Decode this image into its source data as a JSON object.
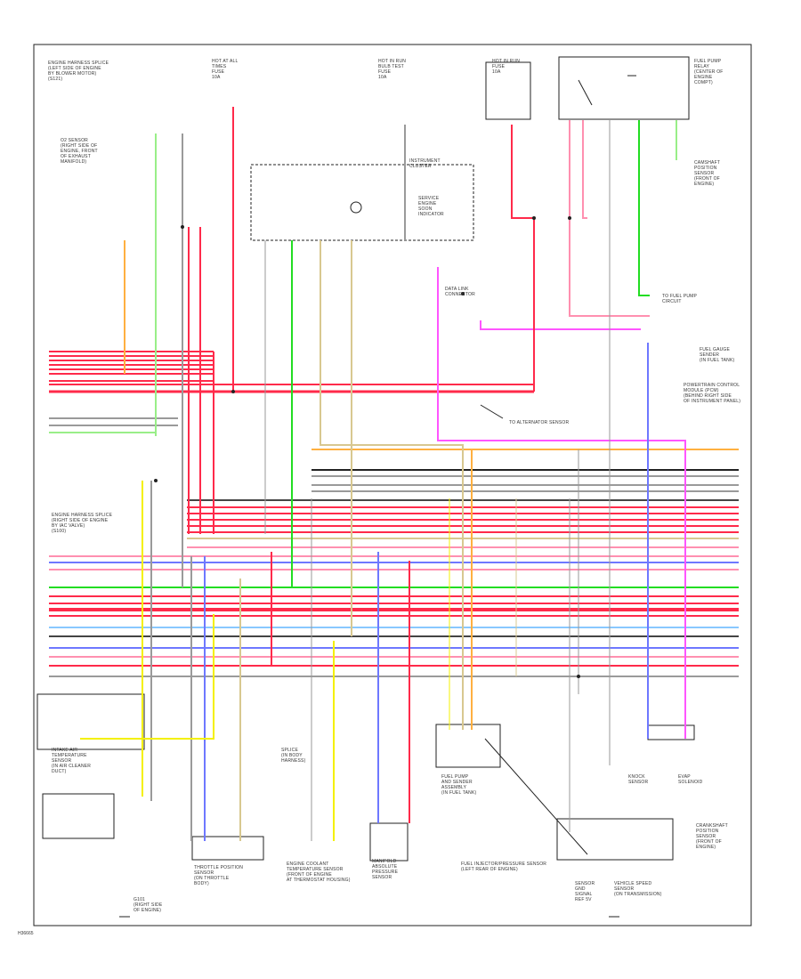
{
  "diagram": {
    "image_id": "H36665",
    "colors": {
      "red": "#ff2a4a",
      "pink": "#ff90b0",
      "green": "#22dd22",
      "light_green": "#99ee88",
      "orange": "#ffb040",
      "yellow": "#f4f000",
      "tan": "#d8c890",
      "blue": "#6e78ff",
      "light_blue": "#88c8ff",
      "violet": "#ff55ff",
      "gray": "#9a9a9a",
      "dark": "#444444",
      "black": "#222222",
      "white_wire": "#cfcfcf"
    },
    "components": [
      {
        "name": "engine-harness-splice-top",
        "text": "ENGINE HARNESS SPLICE\n(LEFT SIDE OF ENGINE\nBY BLOWER MOTOR)\n(S121)"
      },
      {
        "name": "hot-at-all-times",
        "text": "HOT AT ALL\nTIMES\nFUSE\n10A"
      },
      {
        "name": "hot-in-run",
        "text": "HOT IN RUN\nBULB TEST\nFUSE\n10A"
      },
      {
        "name": "hot-in-run-2",
        "text": "HOT IN RUN\nFUSE\n10A"
      },
      {
        "name": "fuel-pump-relay",
        "text": "FUEL PUMP\nRELAY\n(CENTER OF\nENGINE\nCOMPT)"
      },
      {
        "name": "o2-sensor",
        "text": "O2 SENSOR\n(RIGHT SIDE OF\nENGINE, FRONT\nOF EXHAUST\nMANIFOLD)"
      },
      {
        "name": "instrument-cluster",
        "text": "INSTRUMENT\nCLUSTER"
      },
      {
        "name": "check-engine-lamp",
        "text": "SERVICE\nENGINE\nSOON\nINDICATOR"
      },
      {
        "name": "camshaft-sensor",
        "text": "CAMSHAFT\nPOSITION\nSENSOR\n(FRONT OF\nENGINE)"
      },
      {
        "name": "data-link",
        "text": "DATA LINK\nCONNECTOR"
      },
      {
        "name": "fuel-gauge",
        "text": "FUEL GAUGE\nSENDER\n(IN FUEL TANK)"
      },
      {
        "name": "pcm",
        "text": "POWERTRAIN CONTROL\nMODULE (PCM)\n(BEHIND RIGHT SIDE\nOF INSTRUMENT PANEL)"
      },
      {
        "name": "to-fuel-pump",
        "text": "TO FUEL PUMP\nCIRCUIT"
      },
      {
        "name": "engine-harness-splice-mid",
        "text": "ENGINE HARNESS SPLICE\n(RIGHT SIDE OF ENGINE\nBY IAC VALVE)\n(S100)"
      },
      {
        "name": "intake-air-temp",
        "text": "INTAKE AIR\nTEMPERATURE\nSENSOR\n(IN AIR CLEANER\nDUCT)"
      },
      {
        "name": "engine-coolant-temp",
        "text": "ENGINE COOLANT\nTEMPERATURE SENSOR\n(FRONT OF ENGINE\nAT THERMOSTAT HOUSING)"
      },
      {
        "name": "throttle-position",
        "text": "THROTTLE POSITION\nSENSOR\n(ON THROTTLE\nBODY)"
      },
      {
        "name": "map-sensor",
        "text": "MANIFOLD\nABSOLUTE\nPRESSURE\nSENSOR"
      },
      {
        "name": "fuel-pump-module",
        "text": "FUEL PUMP\nAND SENDER\nASSEMBLY\n(IN FUEL TANK)"
      },
      {
        "name": "fuel-pressure-switch",
        "text": "FUEL INJECTOR/PRESSURE SENSOR\n(LEFT REAR OF ENGINE)"
      },
      {
        "name": "vehicle-speed",
        "text": "VEHICLE SPEED\nSENSOR\n(ON TRANSMISSION)"
      },
      {
        "name": "crankshaft-sensor",
        "text": "CRANKSHAFT\nPOSITION\nSENSOR\n(FRONT OF\nENGINE)"
      },
      {
        "name": "ground-bottom-left",
        "text": "G101\n(RIGHT SIDE\nOF ENGINE)"
      },
      {
        "name": "pcm-splice",
        "text": "SPLICE\n(IN BODY\nHARNESS)"
      },
      {
        "name": "knock-sensor",
        "text": "KNOCK\nSENSOR"
      },
      {
        "name": "evap-solenoid",
        "text": "EVAP\nSOLENOID"
      }
    ],
    "callout": "TO ALTERNATOR SENSOR",
    "bottom_right_note": "SENSOR\nGND\nSIGNAL\nREF 5V"
  }
}
